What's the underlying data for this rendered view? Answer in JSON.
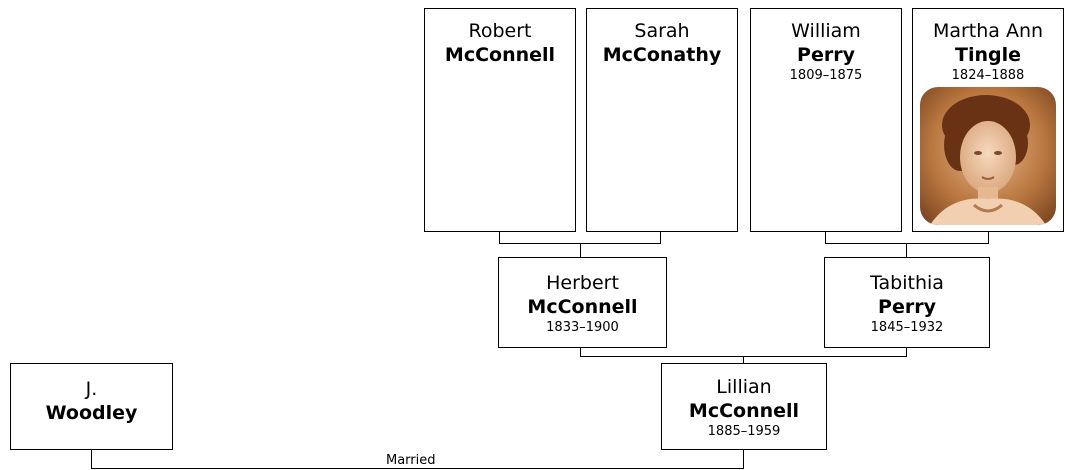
{
  "people": {
    "robert": {
      "first": "Robert",
      "last": "McConnell",
      "years": ""
    },
    "sarah": {
      "first": "Sarah",
      "last": "McConathy",
      "years": ""
    },
    "william": {
      "first": "William",
      "last": "Perry",
      "years": "1809–1875"
    },
    "martha": {
      "first": "Martha Ann",
      "last": "Tingle",
      "years": "1824–1888"
    },
    "herbert": {
      "first": "Herbert",
      "last": "McConnell",
      "years": "1833–1900"
    },
    "tabithia": {
      "first": "Tabithia",
      "last": "Perry",
      "years": "1845–1932"
    },
    "lillian": {
      "first": "Lillian",
      "last": "McConnell",
      "years": "1885–1959"
    },
    "woodley": {
      "first": "J.",
      "last": "Woodley",
      "years": ""
    }
  },
  "labels": {
    "married": "Married"
  },
  "colors": {
    "border": "#000000",
    "background": "#ffffff",
    "photo_tone": "#b9763f"
  }
}
